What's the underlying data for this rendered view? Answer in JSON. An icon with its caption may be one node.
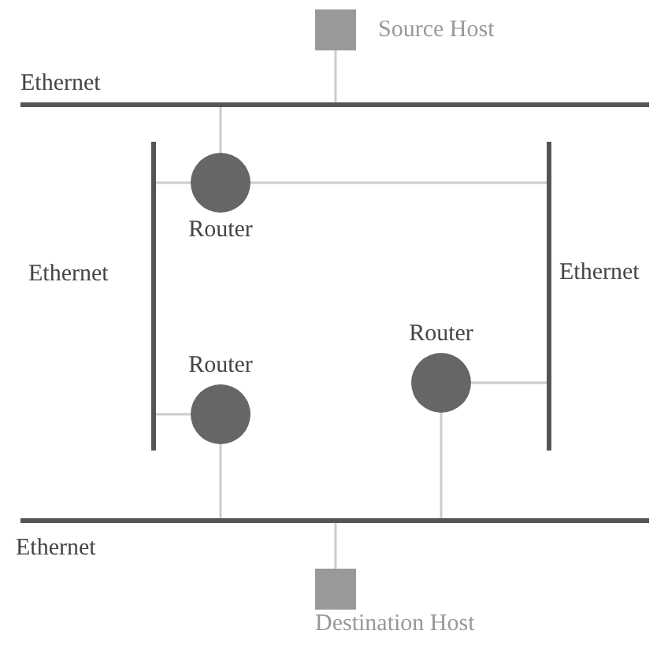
{
  "diagram": {
    "nodes": [
      {
        "text": [
          "Source Host"
        ]
      },
      {
        "text": [
          "Ethernet"
        ]
      },
      {
        "text": [
          "Ethernet"
        ]
      },
      {
        "text": [
          "Router"
        ]
      },
      {
        "text": [
          "Ethernet"
        ]
      },
      {
        "text": [
          "Router"
        ]
      },
      {
        "text": [
          "Router"
        ]
      },
      {
        "text": [
          "Ethernet"
        ]
      },
      {
        "text": [
          "Destination Host"
        ]
      }
    ],
    "edges": [
      {
        "from": 0,
        "to": 1,
        "arrow": "none"
      },
      {
        "from": 3,
        "to": 1,
        "arrow": "none"
      },
      {
        "from": 3,
        "to": 2,
        "arrow": "none"
      },
      {
        "from": 3,
        "to": 4,
        "arrow": "none"
      },
      {
        "from": 5,
        "to": 4,
        "arrow": "none"
      },
      {
        "from": 6,
        "to": 2,
        "arrow": "none"
      },
      {
        "from": 6,
        "to": 7,
        "arrow": "none"
      },
      {
        "from": 5,
        "to": 7,
        "arrow": "none"
      },
      {
        "from": 8,
        "to": 7,
        "arrow": "none"
      }
    ]
  }
}
